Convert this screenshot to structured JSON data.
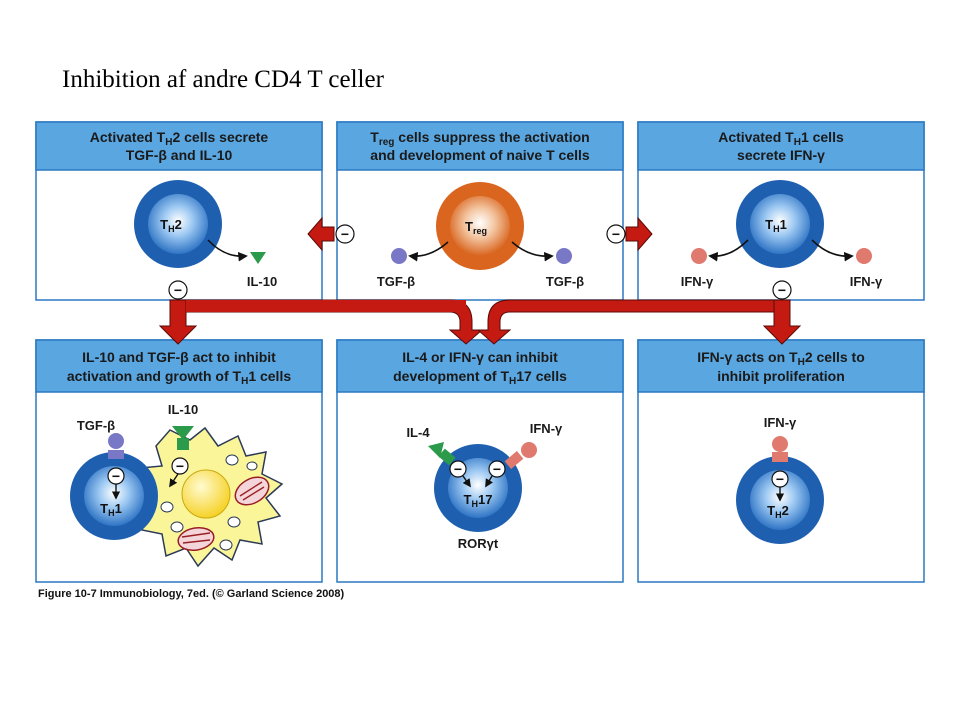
{
  "title": "Inhibition af andre CD4 T celler",
  "panels": {
    "top_left": {
      "header_line1_a": "Activated T",
      "header_line1_sub": "H",
      "header_line1_b": "2 cells secrete",
      "header_line2": "TGF-β and IL-10",
      "cell_main": "T",
      "cell_sub": "H",
      "cell_suffix": "2",
      "label_il10": "IL-10"
    },
    "top_middle": {
      "header_line1_a": "T",
      "header_line1_sub": "reg",
      "header_line1_b": " cells suppress the activation",
      "header_line2": "and development of naive T cells",
      "cell_main": "T",
      "cell_sub": "reg",
      "label_left": "TGF-β",
      "label_right": "TGF-β"
    },
    "top_right": {
      "header_line1_a": "Activated T",
      "header_line1_sub": "H",
      "header_line1_b": "1 cells",
      "header_line2": "secrete IFN-γ",
      "cell_main": "T",
      "cell_sub": "H",
      "cell_suffix": "1",
      "label_left": "IFN-γ",
      "label_right": "IFN-γ"
    },
    "bottom_left": {
      "header_line1": "IL-10 and TGF-β act to inhibit",
      "header_line2_a": "activation and growth of T",
      "header_line2_sub": "H",
      "header_line2_b": "1 cells",
      "label_tgf": "TGF-β",
      "label_il10": "IL-10",
      "cell_main": "T",
      "cell_sub": "H",
      "cell_suffix": "1"
    },
    "bottom_middle": {
      "header_line1": "IL-4 or IFN-γ can inhibit",
      "header_line2_a": "development of T",
      "header_line2_sub": "H",
      "header_line2_b": "17 cells",
      "label_il4": "IL-4",
      "label_ifn": "IFN-γ",
      "cell_main": "T",
      "cell_sub": "H",
      "cell_suffix": "17",
      "label_ror": "RORγt"
    },
    "bottom_right": {
      "header_line1_a": "IFN-γ acts on T",
      "header_line1_sub": "H",
      "header_line1_b": "2 cells to",
      "header_line2": "inhibit proliferation",
      "label_ifn": "IFN-γ",
      "cell_main": "T",
      "cell_sub": "H",
      "cell_suffix": "2"
    }
  },
  "minus_sign": "−",
  "caption": "Figure 10-7 Immunobiology, 7ed. (© Garland Science 2008)",
  "colors": {
    "header_blue": "#5aa6e0",
    "panel_border": "#2b78c2",
    "th_cell": "#1f5fb0",
    "treg_cell": "#d9651f",
    "arrow_red": "#c41a12",
    "tgf_purple": "#7878c6",
    "ifn_salmon": "#e07a6e",
    "il10_green": "#2b9a4a",
    "macrophage_yellow": "#fbf59a"
  }
}
